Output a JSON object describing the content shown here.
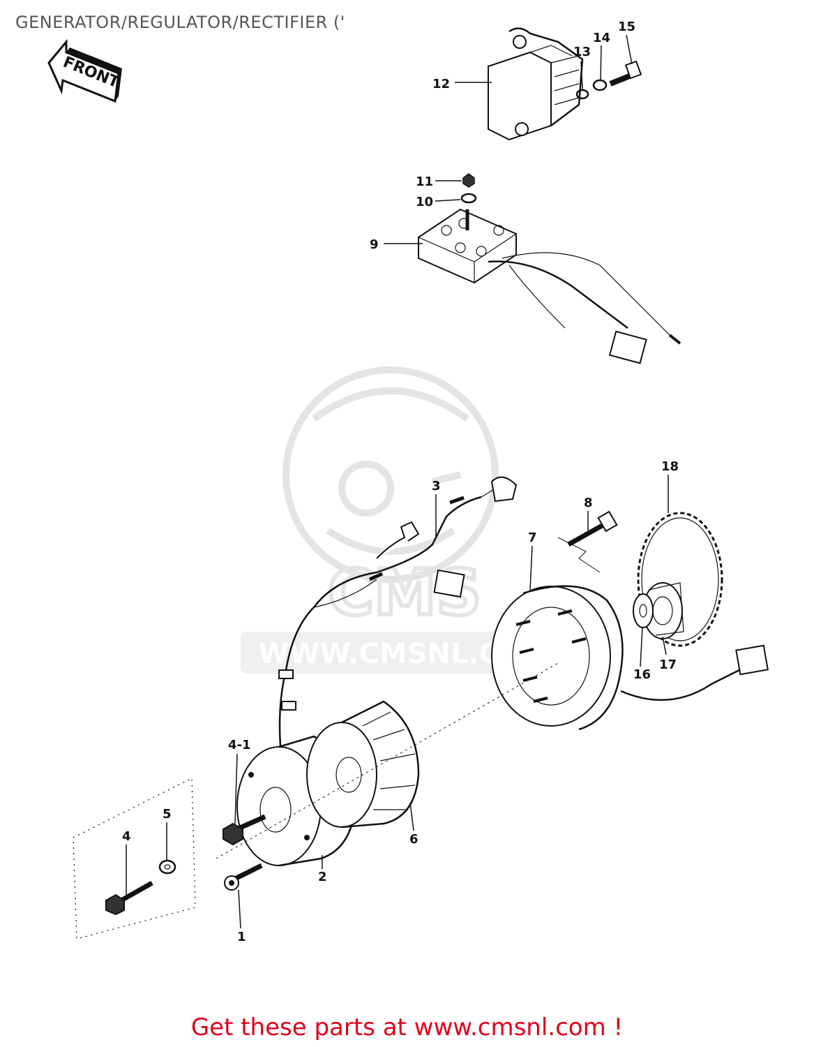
{
  "title": "GENERATOR/REGULATOR/RECTIFIER ('",
  "front_arrow": {
    "text": "FRONT",
    "icon": "front-arrow-icon"
  },
  "watermark": {
    "text": "WWW.CMSNL.COM",
    "logo": "cms-mascot-logo"
  },
  "footer": {
    "text": "Get these parts at www.cmsnl.com !"
  },
  "parts": [
    {
      "id": "12",
      "name": "regulator"
    },
    {
      "id": "13",
      "name": "washer"
    },
    {
      "id": "14",
      "name": "lock-washer"
    },
    {
      "id": "15",
      "name": "bolt"
    },
    {
      "id": "11",
      "name": "nut"
    },
    {
      "id": "10",
      "name": "washer"
    },
    {
      "id": "9",
      "name": "rectifier"
    },
    {
      "id": "3",
      "name": "lead-harness"
    },
    {
      "id": "8",
      "name": "bolt"
    },
    {
      "id": "7",
      "name": "stator"
    },
    {
      "id": "18",
      "name": "gear"
    },
    {
      "id": "16",
      "name": "washer"
    },
    {
      "id": "17",
      "name": "clutch"
    },
    {
      "id": "4-1",
      "name": "bolt"
    },
    {
      "id": "5",
      "name": "washer"
    },
    {
      "id": "4",
      "name": "bolt"
    },
    {
      "id": "6",
      "name": "rotor"
    },
    {
      "id": "2",
      "name": "housing"
    },
    {
      "id": "1",
      "name": "bolt"
    }
  ],
  "colors": {
    "footer": "#e0001b",
    "title": "#555555",
    "watermark": "#d9d9d9"
  }
}
